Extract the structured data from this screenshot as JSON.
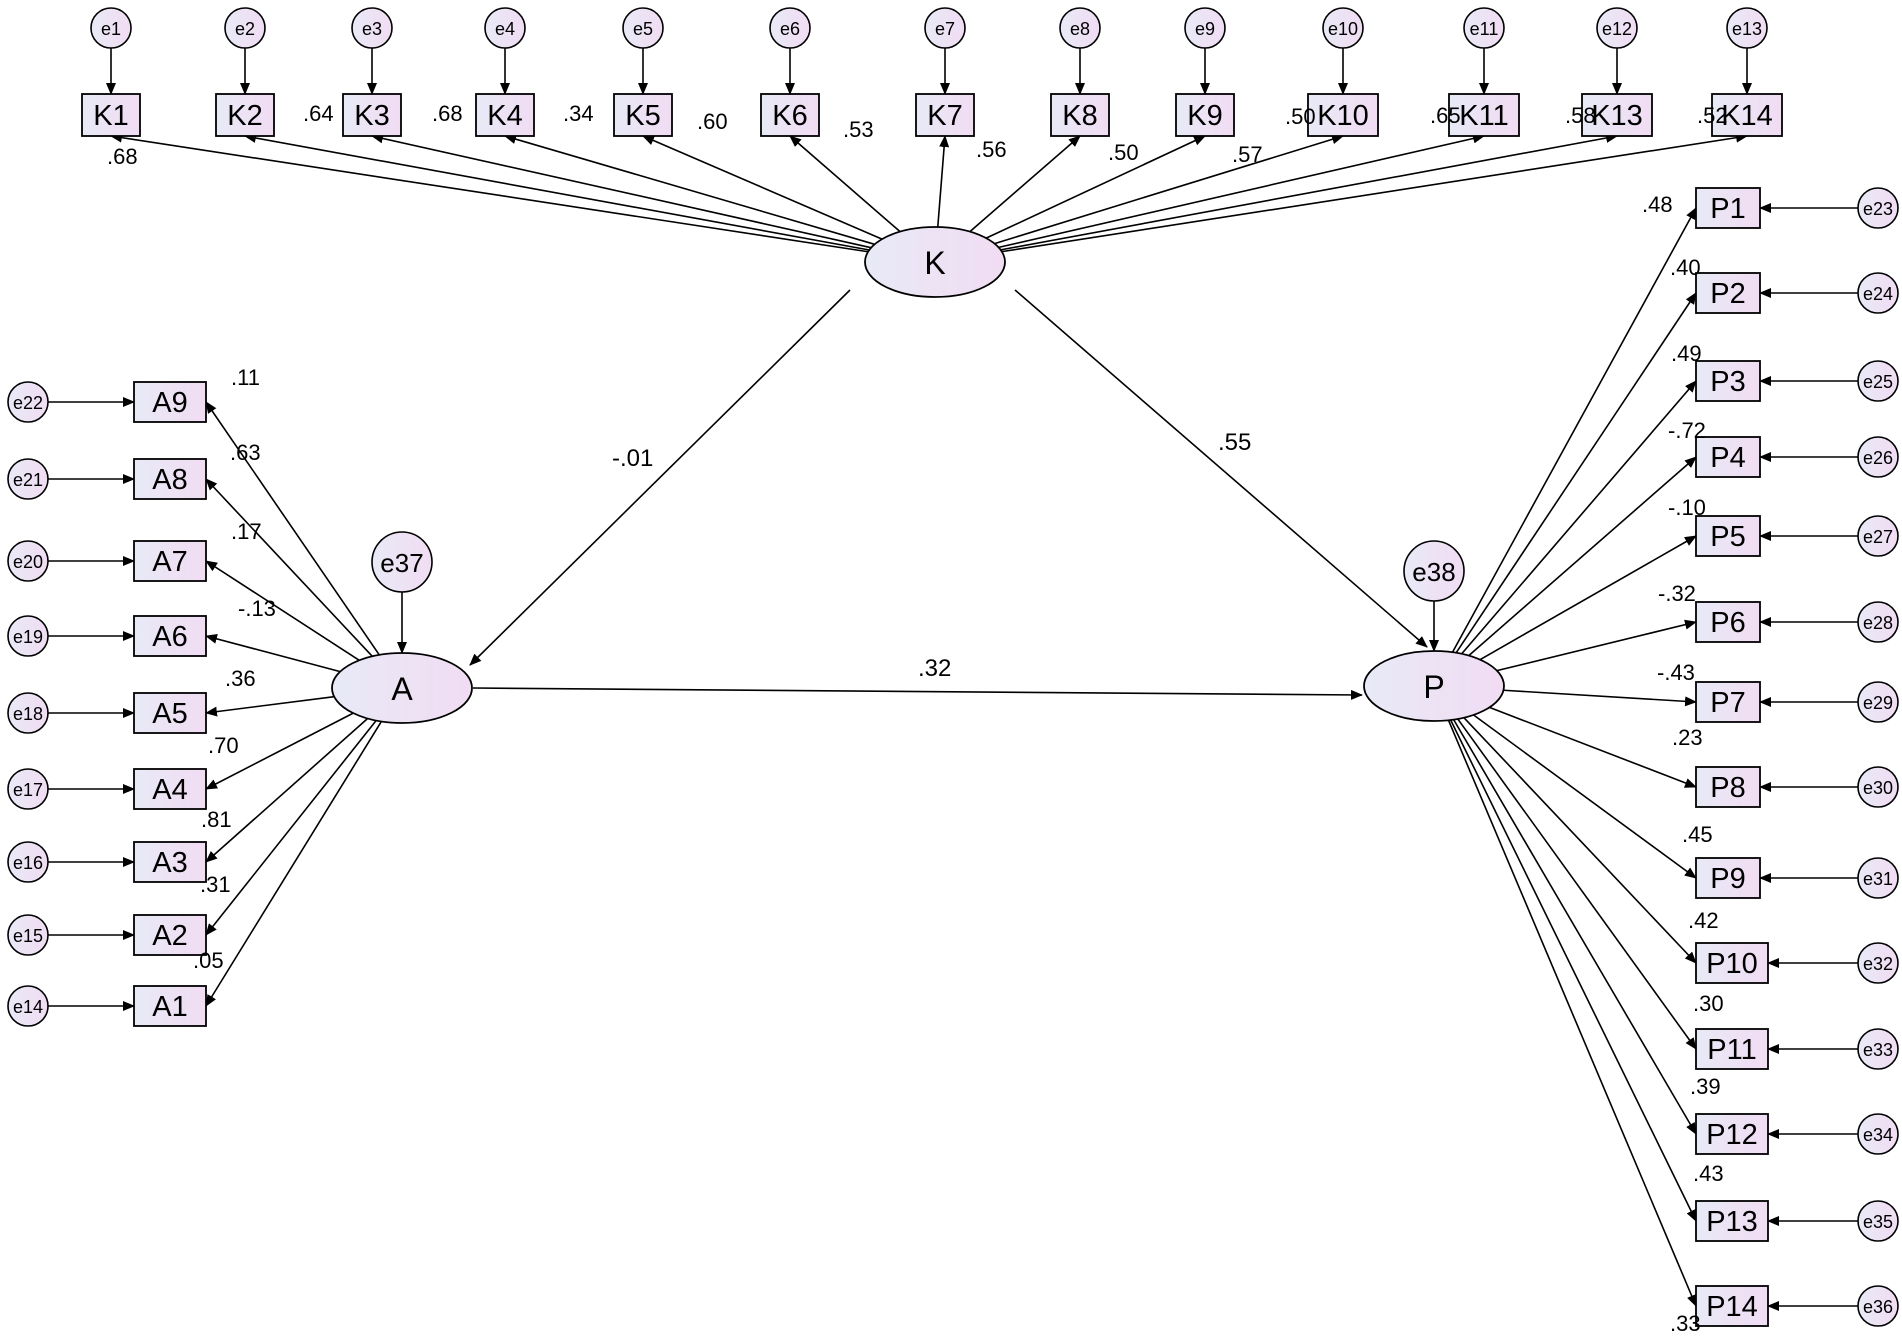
{
  "colors": {
    "node_fill_light": "#e8eaf6",
    "node_fill_pink": "#f1dcf3",
    "stroke": "#000000",
    "background": "#ffffff"
  },
  "latents": {
    "K": "K",
    "A": "A",
    "P": "P",
    "e37": "e37",
    "e38": "e38"
  },
  "structural_paths": [
    {
      "from": "K",
      "to": "A",
      "value": "-.01"
    },
    {
      "from": "K",
      "to": "P",
      "value": ".55"
    },
    {
      "from": "A",
      "to": "P",
      "value": ".32"
    }
  ],
  "k_indicators": [
    {
      "label": "K1",
      "error": "e1",
      "loading": ".68"
    },
    {
      "label": "K2",
      "error": "e2",
      "loading": ".64"
    },
    {
      "label": "K3",
      "error": "e3",
      "loading": ".68"
    },
    {
      "label": "K4",
      "error": "e4",
      "loading": ".34"
    },
    {
      "label": "K5",
      "error": "e5",
      "loading": ".60"
    },
    {
      "label": "K6",
      "error": "e6",
      "loading": ".53"
    },
    {
      "label": "K7",
      "error": "e7",
      "loading": ".56"
    },
    {
      "label": "K8",
      "error": "e8",
      "loading": ".50"
    },
    {
      "label": "K9",
      "error": "e9",
      "loading": ".57"
    },
    {
      "label": "K10",
      "error": "e10",
      "loading": ".50"
    },
    {
      "label": "K11",
      "error": "e11",
      "loading": ".65"
    },
    {
      "label": "K13",
      "error": "e12",
      "loading": ".58"
    },
    {
      "label": "K14",
      "error": "e13",
      "loading": ".52"
    }
  ],
  "a_indicators": [
    {
      "label": "A9",
      "error": "e22",
      "loading": ".11"
    },
    {
      "label": "A8",
      "error": "e21",
      "loading": ".63"
    },
    {
      "label": "A7",
      "error": "e20",
      "loading": ".17"
    },
    {
      "label": "A6",
      "error": "e19",
      "loading": "-.13"
    },
    {
      "label": "A5",
      "error": "e18",
      "loading": ".36"
    },
    {
      "label": "A4",
      "error": "e17",
      "loading": ".70"
    },
    {
      "label": "A3",
      "error": "e16",
      "loading": ".81"
    },
    {
      "label": "A2",
      "error": "e15",
      "loading": ".31"
    },
    {
      "label": "A1",
      "error": "e14",
      "loading": ".05"
    }
  ],
  "p_indicators": [
    {
      "label": "P1",
      "error": "e23",
      "loading": ".48"
    },
    {
      "label": "P2",
      "error": "e24",
      "loading": ".40"
    },
    {
      "label": "P3",
      "error": "e25",
      "loading": ".49"
    },
    {
      "label": "P4",
      "error": "e26",
      "loading": "-.72"
    },
    {
      "label": "P5",
      "error": "e27",
      "loading": "-.10"
    },
    {
      "label": "P6",
      "error": "e28",
      "loading": "-.32"
    },
    {
      "label": "P7",
      "error": "e29",
      "loading": "-.43"
    },
    {
      "label": "P8",
      "error": "e30",
      "loading": ".23"
    },
    {
      "label": "P9",
      "error": "e31",
      "loading": ".45"
    },
    {
      "label": "P10",
      "error": "e32",
      "loading": ".42"
    },
    {
      "label": "P11",
      "error": "e33",
      "loading": ".30"
    },
    {
      "label": "P12",
      "error": "e34",
      "loading": ".39"
    },
    {
      "label": "P13",
      "error": "e35",
      "loading": ".43"
    },
    {
      "label": "P14",
      "error": "e36",
      "loading": ".33"
    }
  ]
}
